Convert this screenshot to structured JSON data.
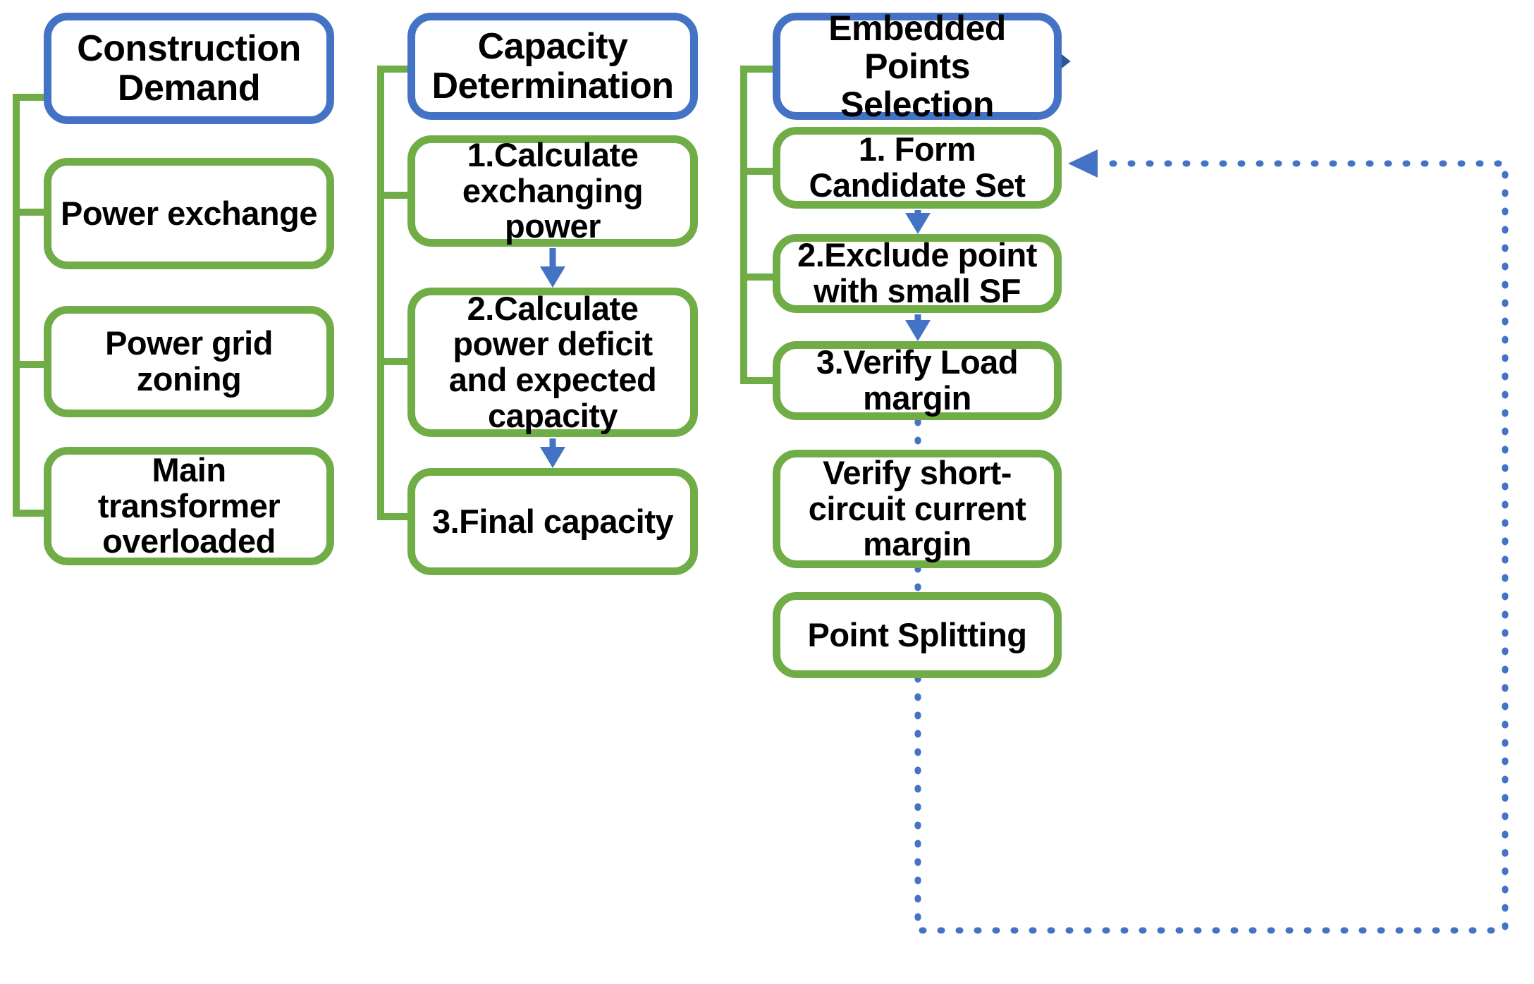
{
  "diagram": {
    "title": "Substation planning process flowchart",
    "colors": {
      "header_border": "#4472C4",
      "step_border": "#70AD47",
      "arrow_fill": "#4472C4",
      "arrow_outline": "#2E5597",
      "flow_arrow": "#4472C4",
      "feedback_dotted": "#4472C4",
      "text": "#000000",
      "background": "#FFFFFF"
    },
    "columns": [
      {
        "id": "construction-demand",
        "header": {
          "label": "Construction\nDemand"
        },
        "steps": [
          {
            "label": "Power exchange"
          },
          {
            "label": "Power grid\nzoning"
          },
          {
            "label": "Main\ntransformer\noverloaded"
          }
        ]
      },
      {
        "id": "capacity-determination",
        "header": {
          "label": "Capacity\nDetermination"
        },
        "steps": [
          {
            "label": "1.Calculate\nexchanging\npower"
          },
          {
            "label": "2.Calculate\npower deficit\nand expected\ncapacity"
          },
          {
            "label": "3.Final capacity"
          }
        ]
      },
      {
        "id": "embedded-points-selection",
        "header": {
          "label": "Embedded\nPoints Selection"
        },
        "steps": [
          {
            "label": "1. Form\nCandidate Set"
          },
          {
            "label": "2.Exclude point\nwith small SF"
          },
          {
            "label": "3.Verify Load\nmargin"
          },
          {
            "label": "Verify short-\ncircuit current\nmargin"
          },
          {
            "label": "Point Splitting"
          }
        ]
      }
    ],
    "connectors": {
      "stage_arrows": [
        {
          "from": "construction-demand",
          "to": "capacity-determination",
          "style": "block-arrow"
        },
        {
          "from": "capacity-determination",
          "to": "embedded-points-selection",
          "style": "block-arrow"
        }
      ],
      "sequence_arrows": [
        {
          "from": "1.Calculate exchanging power",
          "to": "2.Calculate power deficit and expected capacity",
          "style": "solid"
        },
        {
          "from": "2.Calculate power deficit and expected capacity",
          "to": "3.Final capacity",
          "style": "solid"
        },
        {
          "from": "1. Form Candidate Set",
          "to": "2.Exclude point with small SF",
          "style": "solid"
        },
        {
          "from": "2.Exclude point with small SF",
          "to": "3.Verify Load margin",
          "style": "solid"
        }
      ],
      "feedback_loop": {
        "from": "3.Verify Load margin",
        "through": [
          "Verify short-circuit current margin",
          "Point Splitting"
        ],
        "to": "1. Form Candidate Set",
        "style": "dotted"
      }
    }
  }
}
